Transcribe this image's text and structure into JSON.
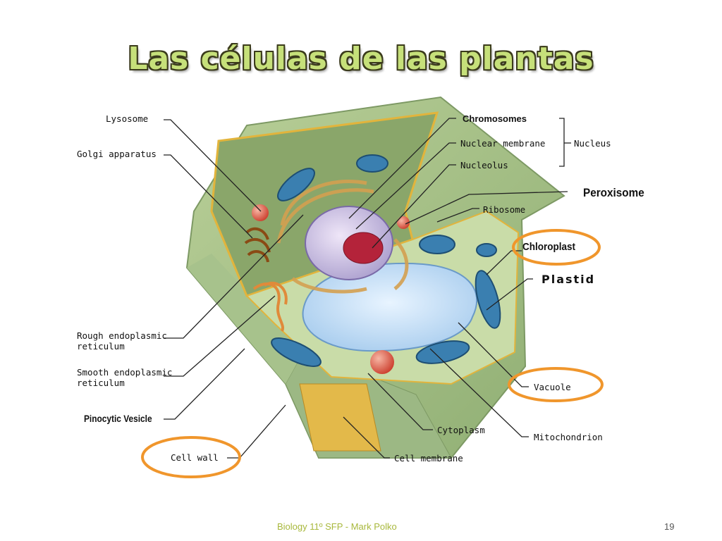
{
  "title": "Las células de las plantas",
  "labels": {
    "lysosome": "Lysosome",
    "golgi": "Golgi apparatus",
    "rough_er_1": "Rough endoplasmic",
    "rough_er_2": "reticulum",
    "smooth_er_1": "Smooth endoplasmic",
    "smooth_er_2": "reticulum",
    "pinocytic": "Pinocytic Vesicle",
    "cell_wall": "Cell wall",
    "chromosomes": "Chromosomes",
    "nuclear_membrane": "Nuclear membrane",
    "nucleolus": "Nucleolus",
    "nucleus": "Nucleus",
    "peroxisome": "Peroxisome",
    "ribosome": "Ribosome",
    "chloroplast": "Chloroplast",
    "plastid": "Plastid",
    "vacuole": "Vacuole",
    "cytoplasm": "Cytoplasm",
    "mitochondrion": "Mitochondrion",
    "cell_membrane": "Cell membrane"
  },
  "highlights": [
    "chloroplast",
    "vacuole",
    "cell_wall"
  ],
  "colors": {
    "title_fill": "#c6e07a",
    "highlight": "#f0962c",
    "footer": "#a8b83c"
  },
  "footer": {
    "text": "Biology 11º SFP - Mark Polko",
    "page": "19"
  }
}
